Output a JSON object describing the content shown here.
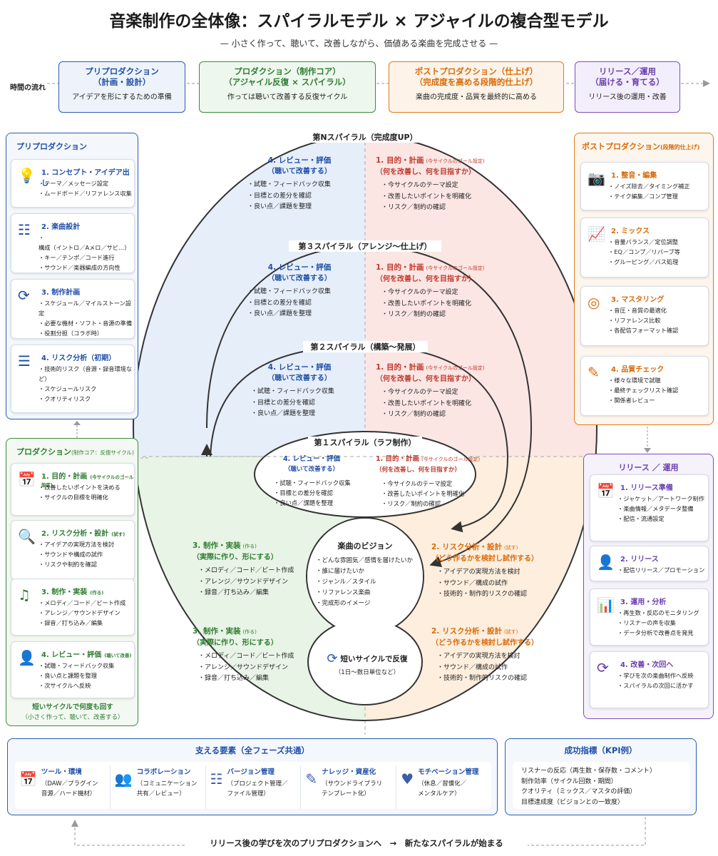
{
  "title": "音楽制作の全体像：スパイラルモデル × アジャイルの複合型モデル",
  "subtitle": "— 小さく作って、聴いて、改善しながら、価値ある楽曲を完成させる —",
  "flow_label": "時間の流れ",
  "phases": [
    {
      "h1": "プリプロダクション",
      "h2": "（計画・設計）",
      "d": "アイデアを形にするための準備",
      "color": "#2a5db0"
    },
    {
      "h1": "プロダクション（制作コア）",
      "h2": "（アジャイル反復 × スパイラル）",
      "d": "作っては聴いて改善する反復サイクル",
      "color": "#3a8b3c"
    },
    {
      "h1": "ポストプロダクション（仕上げ）",
      "h2": "（完成度を高める段階的仕上げ）",
      "d": "楽曲の完成度・品質を最終的に高める",
      "color": "#e07b1a"
    },
    {
      "h1": "リリース／運用",
      "h2": "（届ける・育てる）",
      "d": "リリース後の運用・改善",
      "color": "#7a4fc0"
    }
  ],
  "left_pre": {
    "title": "プリプロダクション",
    "cards": [
      {
        "icon": "lightbulb-icon",
        "glyph": "💡",
        "t": "1. コンセプト・アイデア出し",
        "items": [
          "テーマ／メッセージ設定",
          "ムードボード／リファレンス収集"
        ]
      },
      {
        "icon": "checklist-icon",
        "glyph": "☷",
        "t": "2. 楽曲設計",
        "items": [
          "構成（イントロ／Aメロ／サビ…）",
          "キー／テンポ／コード進行",
          "サウンド／楽器編成の方向性"
        ]
      },
      {
        "icon": "schedule-icon",
        "glyph": "⟳",
        "t": "3. 制作計画",
        "items": [
          "スケジュール／マイルストーン設定",
          "必要な機材・ソフト・音源の準備",
          "役割分担（コラボ時）"
        ]
      },
      {
        "icon": "risk-list-icon",
        "glyph": "☰",
        "t": "4. リスク分析（初期）",
        "items": [
          "技術的リスク（音源・録音環境など）",
          "スケジュールリスク",
          "クオリティリスク"
        ]
      }
    ]
  },
  "left_pro": {
    "title": "プロダクション",
    "title_sub": "(制作コア：反復サイクル)",
    "cards": [
      {
        "icon": "calendar-icon",
        "glyph": "📅",
        "t": "1. 目的・計画",
        "ts": "(今サイクルのゴール設定)",
        "items": [
          "改善したいポイントを決める",
          "サイクルの目標を明確化"
        ]
      },
      {
        "icon": "magnifier-icon",
        "glyph": "🔍",
        "t": "2. リスク分析・設計",
        "ts": "(試す)",
        "items": [
          "アイデアの実現方法を検討",
          "サウンドや構成の試作",
          "リスクや制約を確認"
        ]
      },
      {
        "icon": "music-note-icon",
        "glyph": "♫",
        "t": "3. 制作・実装",
        "ts": "(作る)",
        "items": [
          "メロディ／コード／ビート作成",
          "アレンジ／サウンドデザイン",
          "録音／打ち込み／編集"
        ]
      },
      {
        "icon": "presenter-icon",
        "glyph": "👤",
        "t": "4. レビュー・評価",
        "ts": "(聴いて改善)",
        "items": [
          "試聴・フィードバック収集",
          "良い点と課題を整理",
          "次サイクルへ反映"
        ]
      }
    ],
    "foot1": "短いサイクルで何度も回す",
    "foot2": "（小さく作って、聴いて、改善する）"
  },
  "right_post": {
    "title": "ポストプロダクション",
    "title_sub": "(段階的仕上げ)",
    "cards": [
      {
        "icon": "camera-icon",
        "glyph": "📷",
        "t": "1. 整音・編集",
        "items": [
          "ノイズ除去／タイミング補正",
          "テイク編集／コンプ管理"
        ]
      },
      {
        "icon": "mix-icon",
        "glyph": "📈",
        "t": "2. ミックス",
        "items": [
          "音量バランス／定位調整",
          "EQ／コンプ／リバーブ等",
          "グルーピング／バス処理"
        ]
      },
      {
        "icon": "disc-icon",
        "glyph": "◎",
        "t": "3. マスタリング",
        "items": [
          "音圧・音質の最適化",
          "リファレンス比較",
          "各配信フォーマット確認"
        ]
      },
      {
        "icon": "quality-check-icon",
        "glyph": "✎",
        "t": "4. 品質チェック",
        "items": [
          "様々な環境で試聴",
          "最終チェックリスト確認",
          "関係者レビュー"
        ]
      }
    ]
  },
  "right_rel": {
    "title": "リリース ／ 運用",
    "cards": [
      {
        "icon": "release-calendar-icon",
        "glyph": "📅",
        "t": "1. リリース準備",
        "items": [
          "ジャケット／アートワーク制作",
          "楽曲情報／メタデータ整備",
          "配信・流通設定"
        ]
      },
      {
        "icon": "person-icon",
        "glyph": "👤",
        "t": "2. リリース",
        "items": [
          "配信リリース／プロモーション"
        ]
      },
      {
        "icon": "analytics-icon",
        "glyph": "📊",
        "t": "3. 運用・分析",
        "items": [
          "再生数・反応のモニタリング",
          "リスナーの声を収集",
          "データ分析で改善点を発見"
        ]
      },
      {
        "icon": "cycle-icon",
        "glyph": "⟳",
        "t": "4. 改善・次回へ",
        "items": [
          "学びを次の楽曲制作へ反映",
          "スパイラルの次回に活かす"
        ]
      }
    ]
  },
  "spirals": {
    "n": {
      "label": "第Nスパイラル（完成度UP）"
    },
    "s3": {
      "label": "第３スパイラル（アレンジ〜仕上げ）"
    },
    "s2": {
      "label": "第２スパイラル（構築〜発展）"
    },
    "s1": {
      "label": "第１スパイラル（ラフ制作）"
    }
  },
  "review": {
    "t": "4. レビュー・評価",
    "t2": "（聴いて改善する）",
    "items": [
      "試聴・フィードバック収集",
      "目標との差分を確認",
      "良い点／課題を整理"
    ]
  },
  "plan": {
    "t": "1. 目的・計画",
    "ts": "(今サイクルのゴール設定)",
    "t2": "（何を改善し、何を目指すか）",
    "items": [
      "今サイクルのテーマ設定",
      "改善したいポイントを明確化",
      "リスク／制約の確認"
    ]
  },
  "impl": {
    "t": "3. 制作・実装",
    "ts": "(作る)",
    "t2": "（実際に作り、形にする）",
    "items": [
      "メロディ／コード／ビート作成",
      "アレンジ／サウンドデザイン",
      "録音／打ち込み／編集"
    ]
  },
  "risk": {
    "t": "2. リスク分析・設計",
    "ts": "(試す)",
    "t2": "（どう作るかを検討し試作する）",
    "items": [
      "アイデアの実現方法を検討",
      "サウンド／構成の試作",
      "技術的・制作的リスクの確認"
    ]
  },
  "vision": {
    "t": "楽曲のビジョン",
    "items": [
      "どんな雰囲気／感情を届けたいか",
      "誰に届けたいか",
      "ジャンル／スタイル",
      "リファレンス楽曲",
      "完成形のイメージ"
    ]
  },
  "short": {
    "t": "短いサイクルで反復",
    "s": "（1日〜数日単位など）"
  },
  "support": {
    "title": "支える要素（全フェーズ共通）",
    "items": [
      {
        "icon": "tools-icon",
        "glyph": "📅",
        "t": "ツール・環境",
        "d": "（DAW／プラグイン\n音源／ハード機材）"
      },
      {
        "icon": "collaboration-icon",
        "glyph": "👥",
        "t": "コラボレーション",
        "d": "（コミュニケーション\n共有／レビュー）"
      },
      {
        "icon": "version-icon",
        "glyph": "☷",
        "t": "バージョン管理",
        "d": "（プロジェクト管理／\nファイル管理）"
      },
      {
        "icon": "knowledge-icon",
        "glyph": "✎",
        "t": "ナレッジ・資産化",
        "d": "（サウンドライブラリ\nテンプレート化）"
      },
      {
        "icon": "heart-icon",
        "glyph": "♥",
        "t": "モチベーション管理",
        "d": "（休息／習慣化／\nメンタルケア）"
      }
    ]
  },
  "kpi": {
    "title": "成功指標（KPI例）",
    "items": [
      "リスナーの反応（再生数・保存数・コメント）",
      "制作効率（サイクル回数・期間）",
      "クオリティ（ミックス／マスタの評価）",
      "目標達成度（ビジョンとの一致度）"
    ]
  },
  "footer": "リリース後の学びを次のプリプロダクションへ　→　新たなスパイラルが始まる"
}
